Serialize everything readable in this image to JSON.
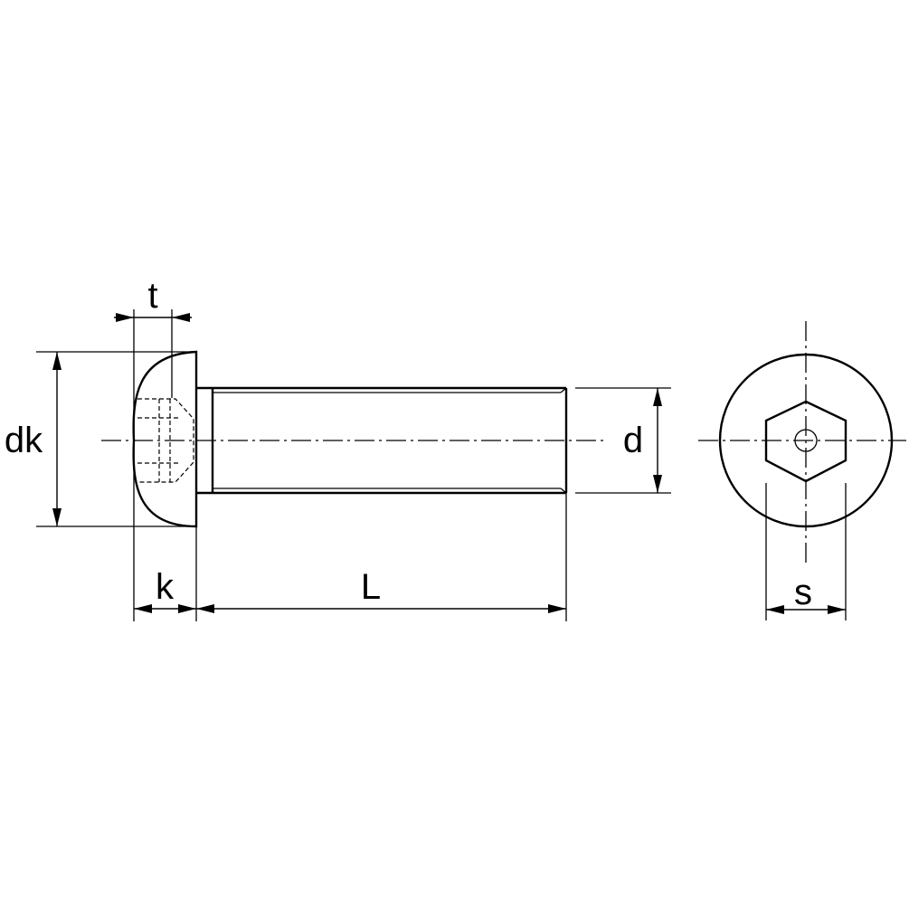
{
  "labels": {
    "t": "t",
    "dk": "dk",
    "d": "d",
    "k": "k",
    "L": "L",
    "s": "s"
  }
}
